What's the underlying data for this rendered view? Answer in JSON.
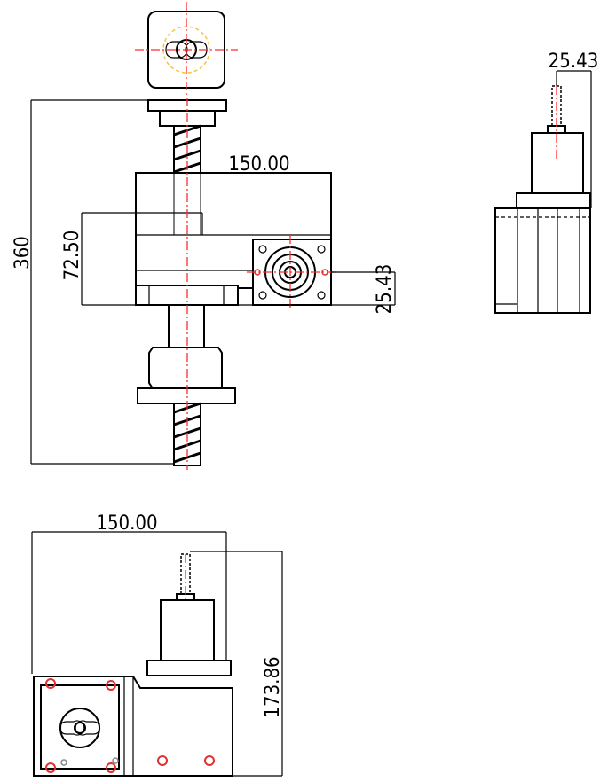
{
  "dimensions": {
    "front_height": "360",
    "front_block_width": "150.00",
    "front_offset_height": "72.50",
    "front_motor_offset": "25.43",
    "side_motor_offset": "25.43",
    "top_width": "150.00",
    "top_depth": "173.86"
  },
  "colors": {
    "outline": "#000000",
    "centerline": "#ff2a2a",
    "hidden_circle": "#f4c542",
    "mounting_hole": "#e03030"
  }
}
